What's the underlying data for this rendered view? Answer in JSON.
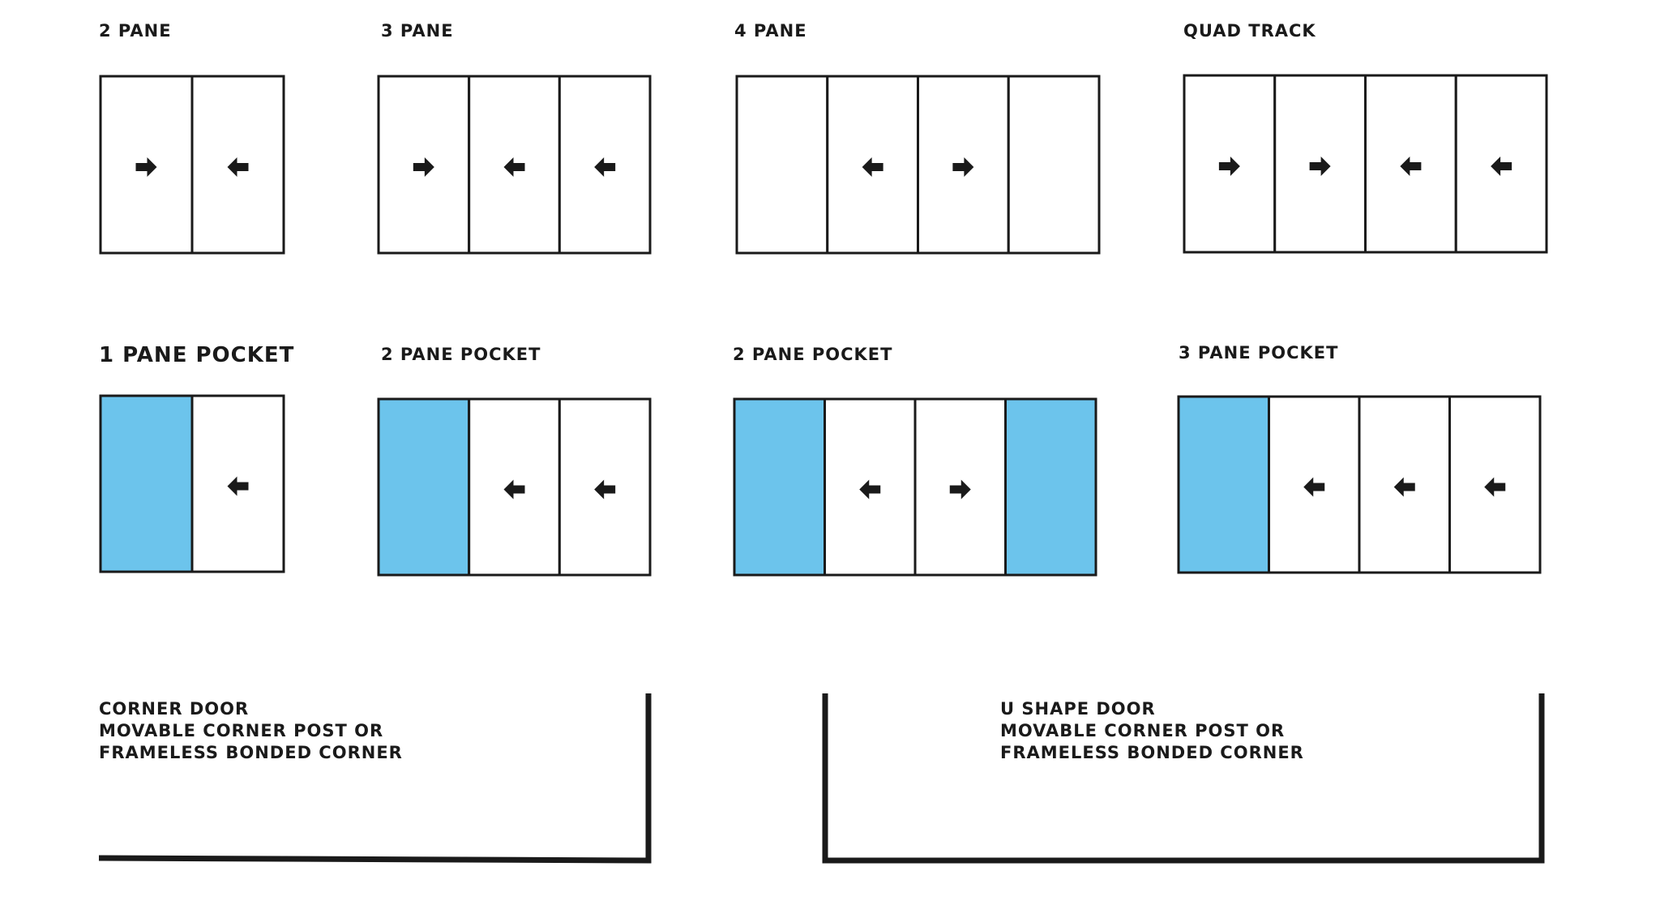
{
  "colors": {
    "pocket": "#6cc4ec",
    "line": "#1a1a1a",
    "background": "#ffffff"
  },
  "configurations": [
    {
      "title": "2 PANE",
      "panes": [
        "right-arrow",
        "left-arrow"
      ]
    },
    {
      "title": "3 PANE",
      "panes": [
        "right-arrow",
        "left-arrow",
        "left-arrow"
      ]
    },
    {
      "title": "4 PANE",
      "panes": [
        "empty",
        "left-arrow",
        "right-arrow",
        "empty"
      ]
    },
    {
      "title": "QUAD TRACK",
      "panes": [
        "right-arrow",
        "right-arrow",
        "left-arrow",
        "left-arrow"
      ]
    },
    {
      "title": "1 PANE POCKET",
      "panes": [
        "pocket",
        "left-arrow"
      ]
    },
    {
      "title": "2 PANE POCKET",
      "panes": [
        "pocket",
        "left-arrow",
        "left-arrow"
      ]
    },
    {
      "title": "2 PANE POCKET",
      "panes": [
        "pocket",
        "left-arrow",
        "right-arrow",
        "pocket"
      ]
    },
    {
      "title": "3 PANE POCKET",
      "panes": [
        "pocket",
        "left-arrow",
        "left-arrow",
        "left-arrow"
      ]
    }
  ],
  "corner_door": {
    "lines": [
      "CORNER DOOR",
      "MOVABLE CORNER POST OR",
      "FRAMELESS BONDED CORNER"
    ]
  },
  "u_shape_door": {
    "lines": [
      "U SHAPE DOOR",
      "MOVABLE CORNER POST OR",
      "FRAMELESS BONDED CORNER"
    ]
  }
}
